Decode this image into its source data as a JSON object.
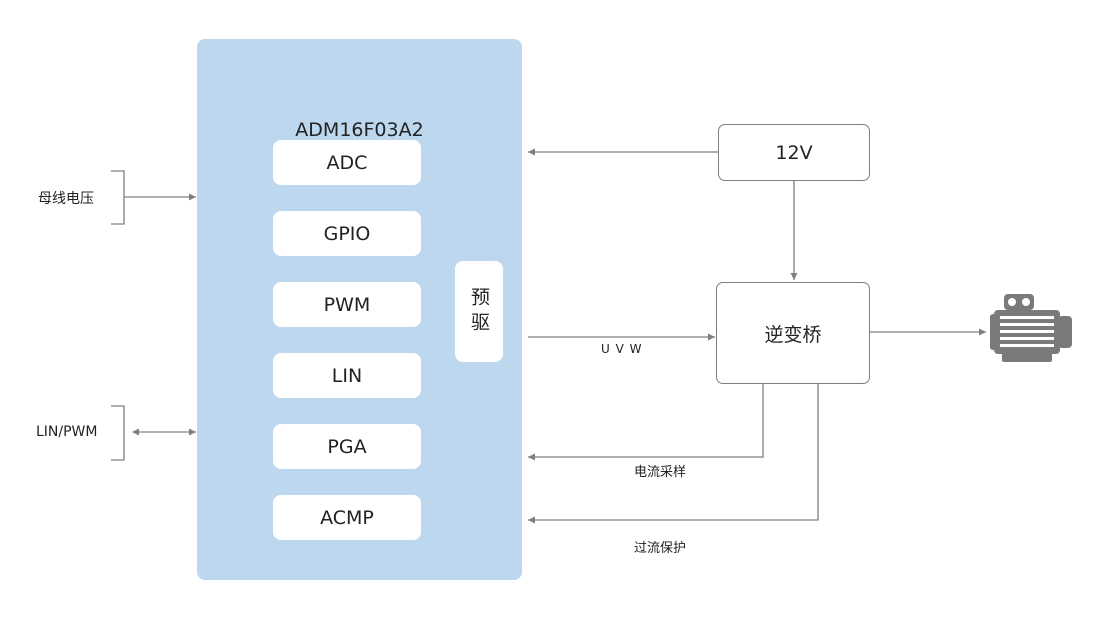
{
  "chip": {
    "title": "ADM16F03A2",
    "modules": [
      "ADC",
      "GPIO",
      "PWM",
      "LIN",
      "PGA",
      "ACMP"
    ],
    "predriver": "预驱"
  },
  "power": {
    "label": "12V"
  },
  "inverter": {
    "label": "逆变桥"
  },
  "signals": {
    "uvw": "U V W",
    "current_sampling": "电流采样",
    "overcurrent_protection": "过流保护"
  },
  "inputs": {
    "bus_voltage": "母线电压",
    "lin_pwm": "LIN/PWM"
  },
  "colors": {
    "chip_fill": "#bdd7ee",
    "module_fill": "#ffffff",
    "line": "#7f7f7f",
    "motor": "#7a7a7a"
  },
  "icons": {
    "motor": "motor-icon"
  }
}
